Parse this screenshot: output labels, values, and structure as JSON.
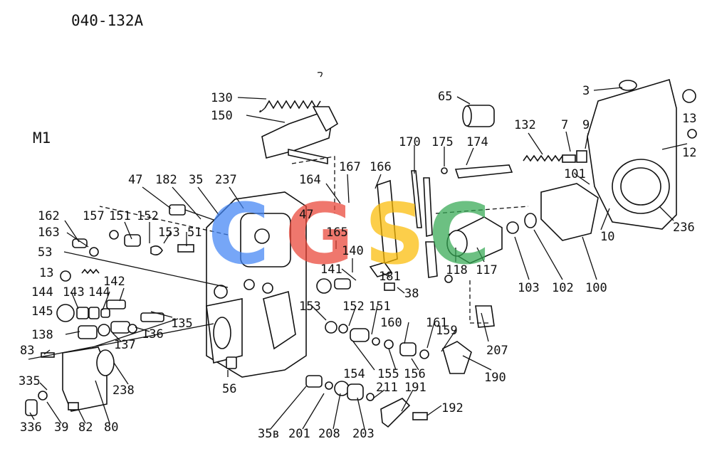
{
  "header": {
    "diagram_code": "040-132A",
    "section": "M1"
  },
  "watermark": {
    "letters": [
      "C",
      "G",
      "S",
      "C"
    ],
    "colors": [
      "#4285F4",
      "#EA4335",
      "#FBBC05",
      "#34A853"
    ]
  },
  "parts": {
    "p130": "130",
    "p150": "150",
    "p65": "65",
    "p3": "3",
    "p13a": "13",
    "p12": "12",
    "p132": "132",
    "p7": "7",
    "p9": "9",
    "p170": "170",
    "p175": "175",
    "p174": "174",
    "p101": "101",
    "p10": "10",
    "p236": "236",
    "p167": "167",
    "p166": "166",
    "p164": "164",
    "p47a": "47",
    "p182": "182",
    "p35": "35",
    "p237": "237",
    "p47b": "47",
    "p165": "165",
    "p140": "140",
    "p141": "141",
    "p181": "181",
    "p38": "38",
    "p118": "118",
    "p117": "117",
    "p103": "103",
    "p102": "102",
    "p100": "100",
    "p162": "162",
    "p163": "163",
    "p157": "157",
    "p151a": "151",
    "p152a": "152",
    "p153a": "153",
    "p51": "51",
    "p53": "53",
    "p13b": "13",
    "p142": "142",
    "p144a": "144",
    "p143": "143",
    "p144b": "144",
    "p145": "145",
    "p135": "135",
    "p136": "136",
    "p138": "138",
    "p137": "137",
    "p83": "83",
    "p153b": "153",
    "p152b": "152",
    "p151b": "151",
    "p160": "160",
    "p161": "161",
    "p159": "159",
    "p207": "207",
    "p154": "154",
    "p155": "155",
    "p156": "156",
    "p190": "190",
    "p335": "335",
    "p238": "238",
    "p56": "56",
    "p211": "211",
    "p191": "191",
    "p192": "192",
    "p336": "336",
    "p39": "39",
    "p82": "82",
    "p80": "80",
    "p35b": "35в",
    "p201": "201",
    "p208": "208",
    "p203": "203"
  }
}
